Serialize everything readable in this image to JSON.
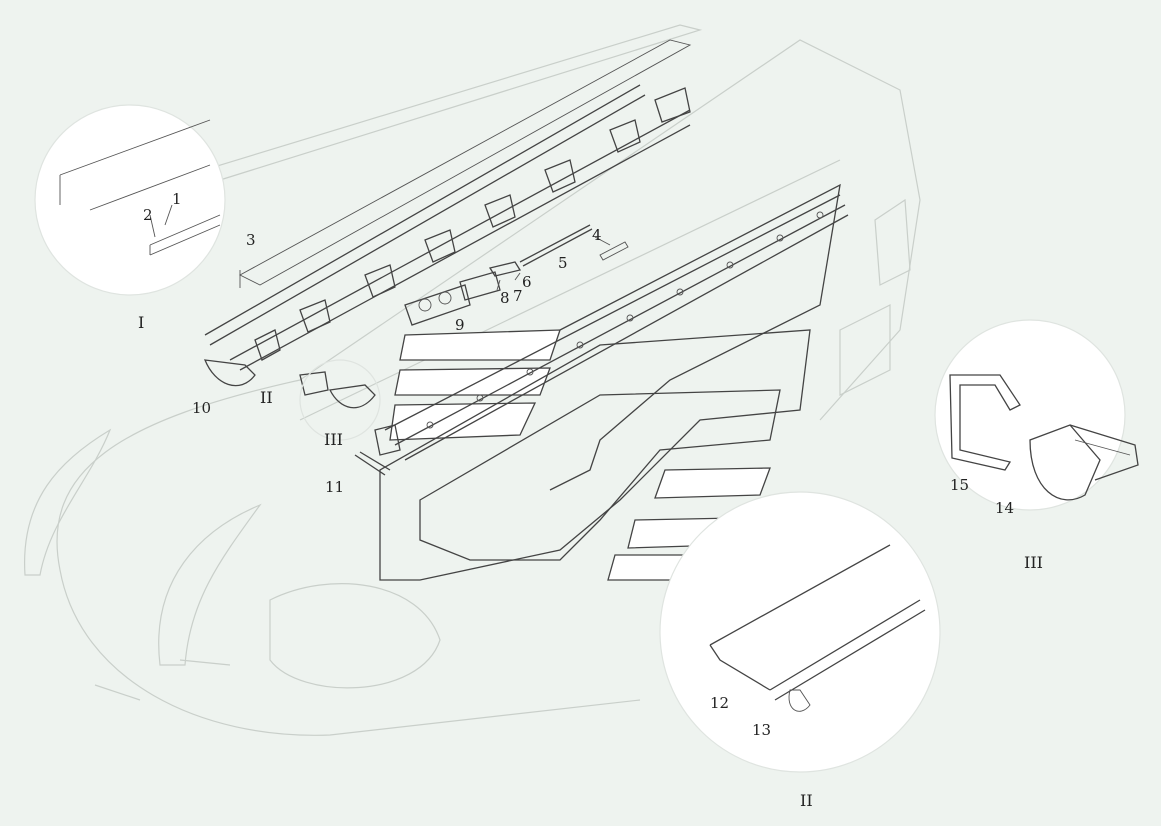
{
  "diagram": {
    "part_labels": [
      "1",
      "2",
      "3",
      "4",
      "5",
      "6",
      "7",
      "8",
      "9",
      "10",
      "11",
      "12",
      "13",
      "14",
      "15"
    ],
    "view_labels": {
      "detail_1_caption": "I",
      "detail_2_caption": "II",
      "detail_3_caption": "III",
      "callout_2": "II",
      "callout_3": "III"
    }
  }
}
